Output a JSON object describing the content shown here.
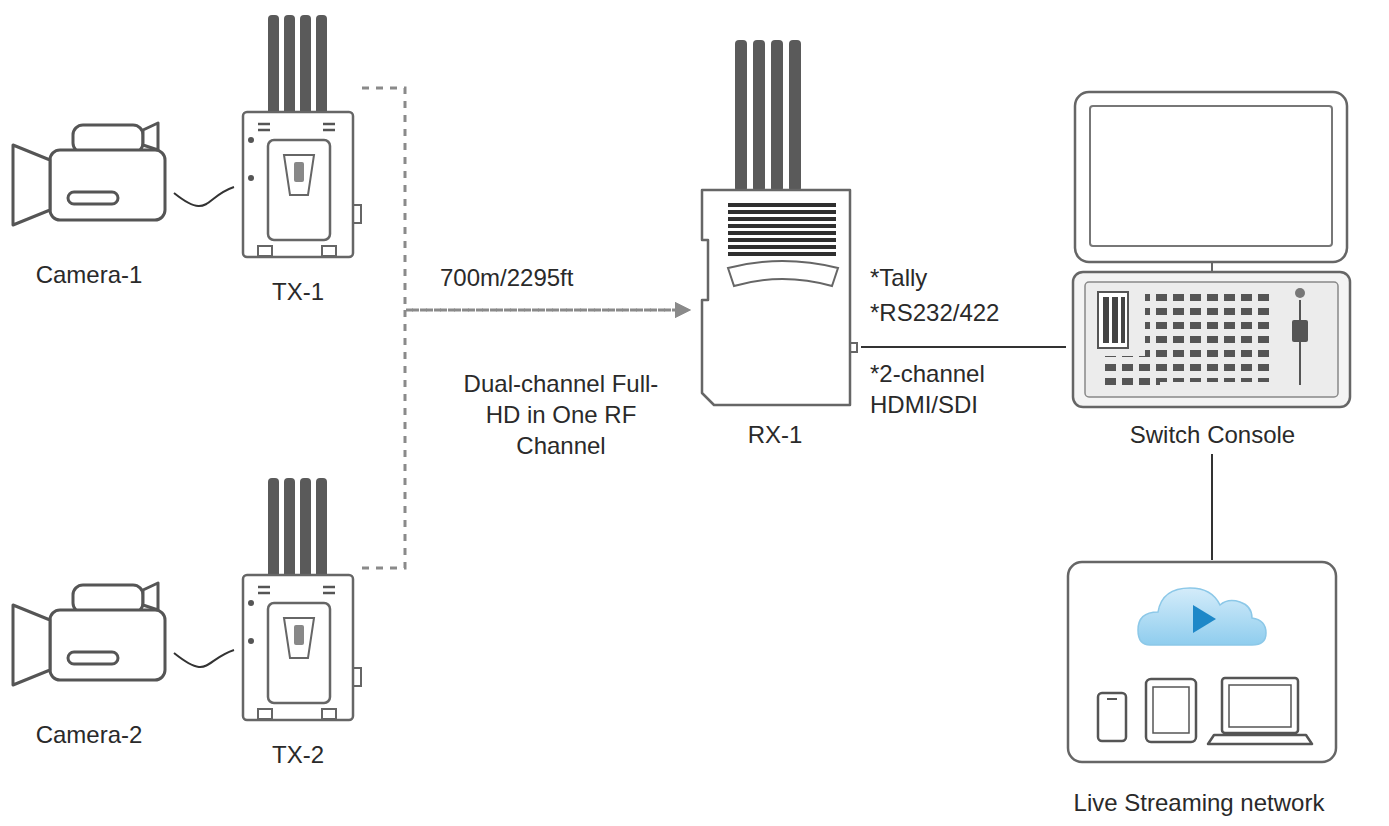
{
  "diagram": {
    "nodes": [
      {
        "text": [
          "Camera-1"
        ]
      },
      {
        "text": [
          "TX-1"
        ]
      },
      {
        "text": [
          "Camera-2"
        ]
      },
      {
        "text": [
          "TX-2"
        ]
      },
      {
        "text": [
          "RX-1"
        ]
      },
      {
        "text": [
          "Switch Console"
        ]
      },
      {
        "text": [
          "Live Streaming network"
        ]
      }
    ],
    "edges": [
      {
        "from": 0,
        "to": 1,
        "arrow": "none"
      },
      {
        "from": 1,
        "to": 4,
        "arrow": "to"
      },
      {
        "from": 2,
        "to": 3,
        "arrow": "none"
      },
      {
        "from": 3,
        "to": 4,
        "arrow": "to"
      },
      {
        "from": 4,
        "to": 5,
        "arrow": "none"
      },
      {
        "from": 5,
        "to": 6,
        "arrow": "none"
      }
    ],
    "labels": [
      "700m/2295ft",
      "Dual-channel Full-HD in One RF Channel",
      "*Tally",
      "*RS232/422",
      "*2-channel HDMI/SDI"
    ]
  }
}
